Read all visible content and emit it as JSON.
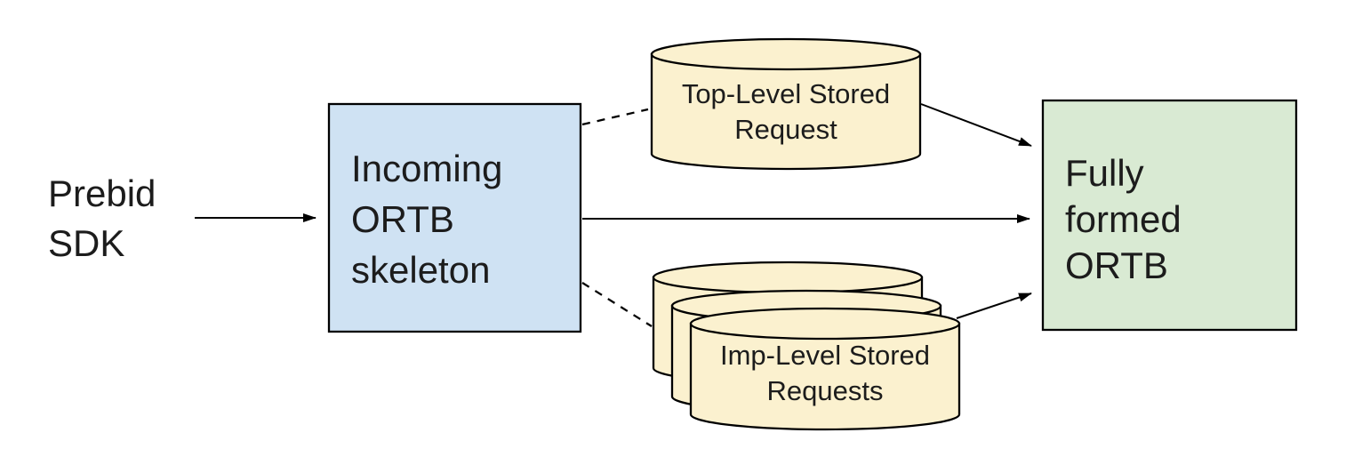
{
  "colors": {
    "background": "#ffffff",
    "stroke": "#000000",
    "text": "#1c1c1c",
    "incoming_box_fill": "#cfe2f3",
    "fully_formed_box_fill": "#d9ead3",
    "cylinder_fill": "#fbf1cf"
  },
  "nodes": {
    "prebid_sdk": {
      "lines": [
        "Prebid",
        "SDK"
      ]
    },
    "incoming_ortb_skeleton": {
      "lines": [
        "Incoming",
        "ORTB",
        "skeleton"
      ]
    },
    "top_level_stored_request": {
      "lines": [
        "Top-Level Stored",
        "Request"
      ]
    },
    "imp_level_stored_requests": {
      "lines": [
        "Imp-Level Stored",
        "Requests"
      ]
    },
    "fully_formed_ortb": {
      "lines": [
        "Fully",
        "formed",
        "ORTB"
      ]
    }
  },
  "edges": [
    {
      "from": "prebid_sdk",
      "to": "incoming_ortb_skeleton",
      "style": "solid-arrow"
    },
    {
      "from": "incoming_ortb_skeleton",
      "to": "top_level_stored_request",
      "style": "dashed"
    },
    {
      "from": "incoming_ortb_skeleton",
      "to": "fully_formed_ortb",
      "style": "solid-arrow"
    },
    {
      "from": "incoming_ortb_skeleton",
      "to": "imp_level_stored_requests",
      "style": "dashed"
    },
    {
      "from": "top_level_stored_request",
      "to": "fully_formed_ortb",
      "style": "solid-arrow"
    },
    {
      "from": "imp_level_stored_requests",
      "to": "fully_formed_ortb",
      "style": "solid-arrow"
    }
  ]
}
